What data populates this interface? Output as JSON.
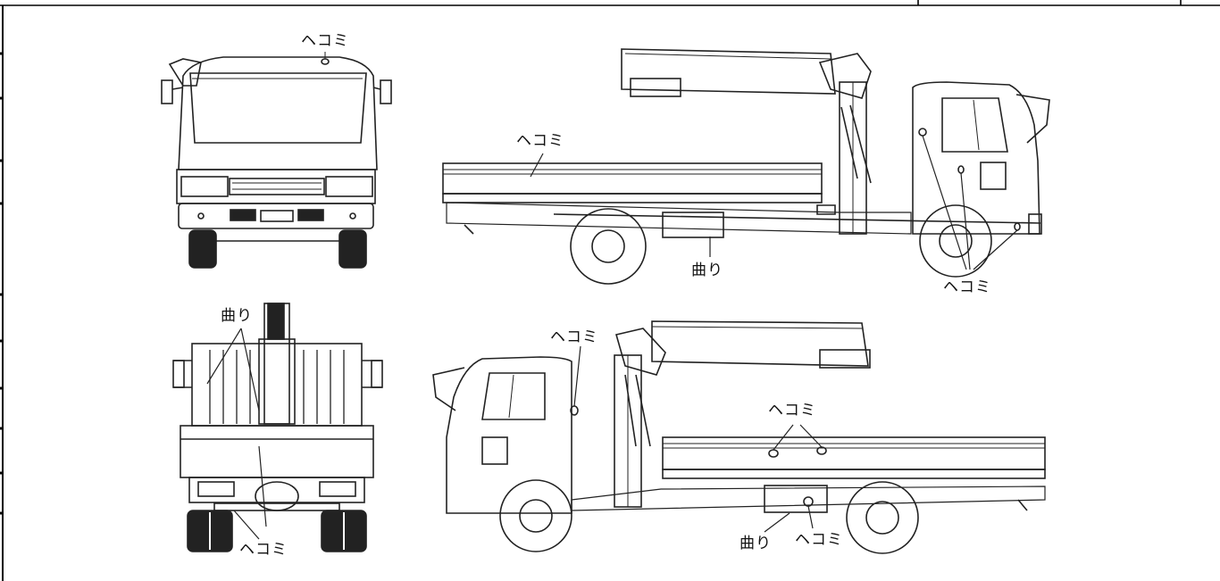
{
  "labels": {
    "front_dent": "ヘコミ",
    "side_right_dent_bed": "ヘコミ",
    "side_right_bent": "曲り",
    "side_right_dent_cab": "ヘコミ",
    "rear_bent": "曲り",
    "rear_dent": "ヘコミ",
    "side_left_dent_cab": "ヘコミ",
    "side_left_dent_bed": "ヘコミ",
    "side_left_bent": "曲り",
    "side_left_dent_tank": "ヘコミ"
  },
  "colors": {
    "line": "#222222",
    "background": "#ffffff"
  }
}
